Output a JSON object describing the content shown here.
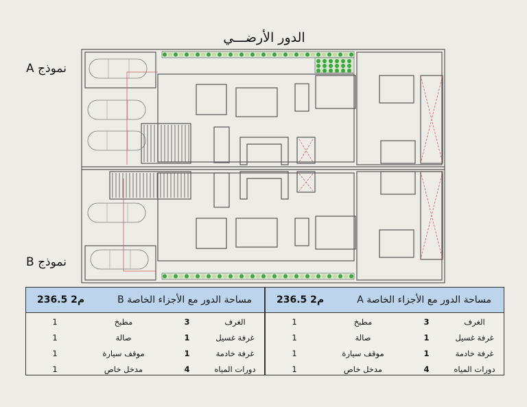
{
  "title": "الدور الأرضـــي",
  "models": {
    "a_label": "نموذج A",
    "b_label": "نموذج B"
  },
  "colors": {
    "header_bg": "#bcd5ec",
    "wall": "#555555",
    "greenery": "#3aa83a",
    "accent_red": "#d65a5a"
  },
  "tables": [
    {
      "id": "A",
      "header": "مساحة الدور مع الأجزاء الخاصة A",
      "area": "236.5 م2",
      "rows": [
        {
          "label1": "الغرف",
          "value1": "3",
          "label2": "مطبخ",
          "value2": "1"
        },
        {
          "label1": "غرفة غسيل",
          "value1": "1",
          "label2": "صالة",
          "value2": "1"
        },
        {
          "label1": "غرفة خادمة",
          "value1": "1",
          "label2": "موقف سيارة",
          "value2": "1"
        },
        {
          "label1": "دورات المياه",
          "value1": "4",
          "label2": "مدخل خاص",
          "value2": "1"
        }
      ]
    },
    {
      "id": "B",
      "header": "مساحة الدور مع الأجزاء الخاصة B",
      "area": "236.5 م2",
      "rows": [
        {
          "label1": "الغرف",
          "value1": "3",
          "label2": "مطبخ",
          "value2": "1"
        },
        {
          "label1": "غرفة غسيل",
          "value1": "1",
          "label2": "صالة",
          "value2": "1"
        },
        {
          "label1": "غرفة خادمة",
          "value1": "1",
          "label2": "موقف سيارة",
          "value2": "1"
        },
        {
          "label1": "دورات المياه",
          "value1": "4",
          "label2": "مدخل خاص",
          "value2": "1"
        }
      ]
    }
  ]
}
